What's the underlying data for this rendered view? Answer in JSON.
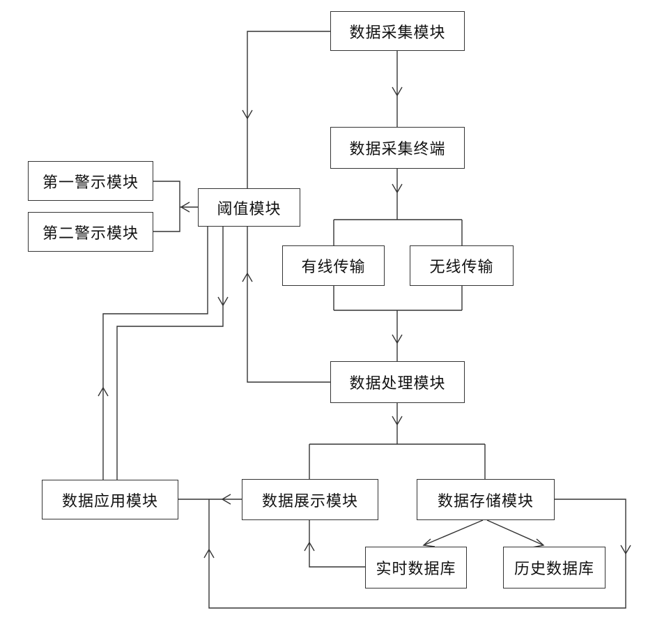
{
  "nodes": {
    "collect_module": "数据采集模块",
    "collect_terminal": "数据采集终端",
    "threshold": "阈值模块",
    "warning1": "第一警示模块",
    "warning2": "第二警示模块",
    "wired": "有线传输",
    "wireless": "无线传输",
    "process": "数据处理模块",
    "application": "数据应用模块",
    "display": "数据展示模块",
    "storage": "数据存储模块",
    "realtime_db": "实时数据库",
    "history_db": "历史数据库"
  },
  "colors": {
    "line": "#333333",
    "box_border": "#333333",
    "text": "#111111"
  }
}
